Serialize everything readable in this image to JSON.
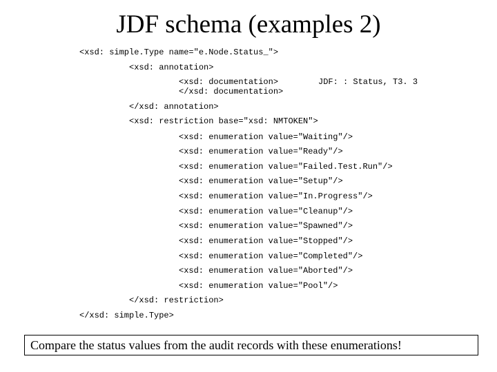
{
  "slide": {
    "title": "JDF schema (examples 2)",
    "code": {
      "simple_type_open": "<xsd: simple.Type name=\"e.Node.Status_\">",
      "annotation_open": "<xsd: annotation>",
      "documentation_open": "<xsd: documentation>",
      "documentation_note": "JDF: : Status, T3. 3",
      "documentation_close": "</xsd: documentation>",
      "annotation_close": "</xsd: annotation>",
      "restriction_open": "<xsd: restriction base=\"xsd: NMTOKEN\">",
      "enumerations": [
        "<xsd: enumeration value=\"Waiting\"/>",
        "<xsd: enumeration value=\"Ready\"/>",
        "<xsd: enumeration value=\"Failed.Test.Run\"/>",
        "<xsd: enumeration value=\"Setup\"/>",
        "<xsd: enumeration value=\"In.Progress\"/>",
        "<xsd: enumeration value=\"Cleanup\"/>",
        "<xsd: enumeration value=\"Spawned\"/>",
        "<xsd: enumeration value=\"Stopped\"/>",
        "<xsd: enumeration value=\"Completed\"/>",
        "<xsd: enumeration value=\"Aborted\"/>",
        "<xsd: enumeration value=\"Pool\"/>"
      ],
      "restriction_close": "</xsd: restriction>",
      "simple_type_close": "</xsd: simple.Type>"
    },
    "callout": "Compare the status values from the audit records with these enumerations!"
  }
}
